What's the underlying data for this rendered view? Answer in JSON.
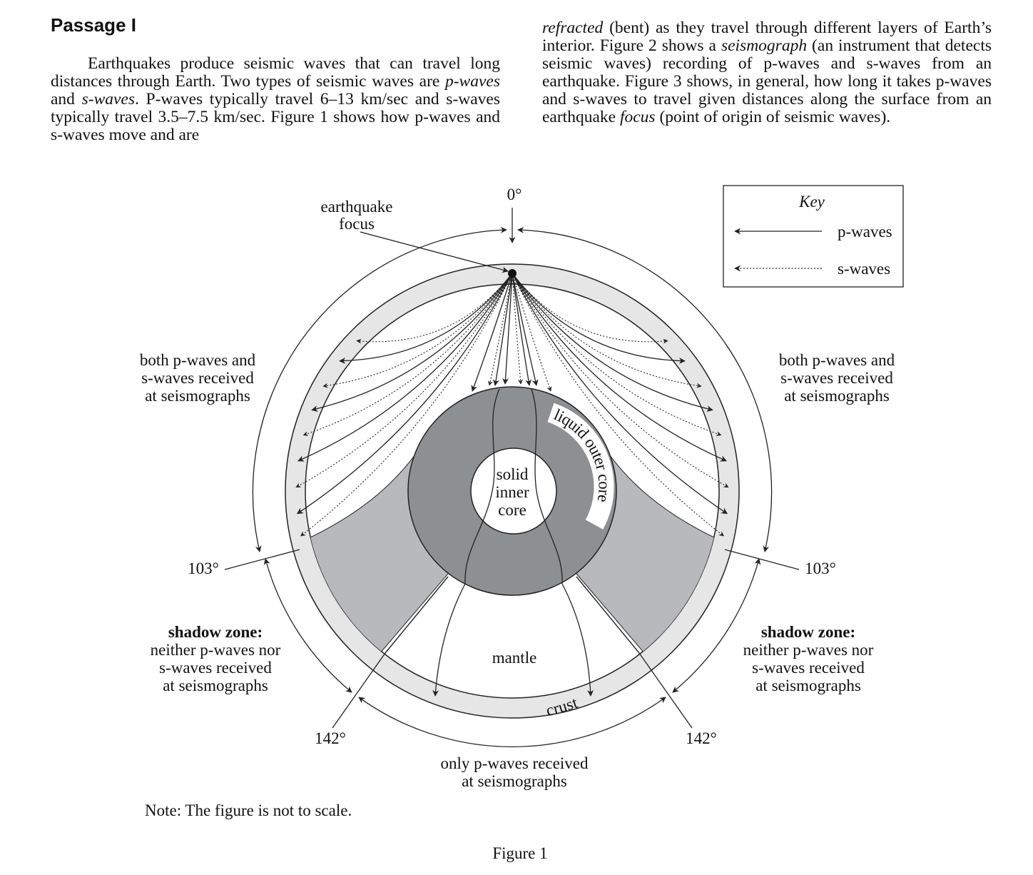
{
  "passage": {
    "title": "Passage I",
    "col1": {
      "s1": "Earthquakes produce seismic waves that can travel long distances through Earth. Two types of seismic waves are ",
      "p_waves": "p-waves",
      "and": " and ",
      "s_waves": "s-waves",
      "s2": ". P-waves typically travel 6–13 km/sec and s-waves typically travel 3.5–7.5 km/sec. Figure 1 shows how p-waves and s-waves move and are"
    },
    "col2": {
      "refracted": "refracted",
      "s1": " (bent) as they travel through different layers of Earth’s interior. Figure 2 shows a ",
      "seismograph": "seismograph",
      "s2": " (an instrument that detects seismic waves) recording of p-waves and s-waves from an earthquake. Figure 3 shows, in general, how long it takes p-waves and s-waves to travel given distances along the surface from an earthquake ",
      "focus": "focus",
      "s3": " (point of origin of seismic waves)."
    }
  },
  "figure": {
    "zero_deg": "0°",
    "focus_label": [
      "earthquake",
      "focus"
    ],
    "key_title": "Key",
    "key_p": "p-waves",
    "key_s": "s-waves",
    "left_received": [
      "both p-waves and",
      "s-waves received",
      "at seismographs"
    ],
    "right_received": [
      "both p-waves and",
      "s-waves received",
      "at seismographs"
    ],
    "deg_103_left": "103°",
    "deg_103_right": "103°",
    "deg_142_left": "142°",
    "deg_142_right": "142°",
    "shadow_left": [
      "shadow zone:",
      "neither p-waves nor",
      "s-waves received",
      "at seismographs"
    ],
    "shadow_right": [
      "shadow zone:",
      "neither p-waves nor",
      "s-waves received",
      "at seismographs"
    ],
    "inner_core": [
      "solid",
      "inner",
      "core"
    ],
    "outer_core": "liquid outer core",
    "mantle": "mantle",
    "crust": "crust",
    "bottom_label": [
      "only p-waves received",
      "at seismographs"
    ],
    "note": "Note: The figure is not to scale.",
    "caption": "Figure 1",
    "colors": {
      "crust": "#e6e6e6",
      "shadow": "#b7b9bc",
      "outer_core": "#8d9093",
      "line": "#222222"
    }
  }
}
